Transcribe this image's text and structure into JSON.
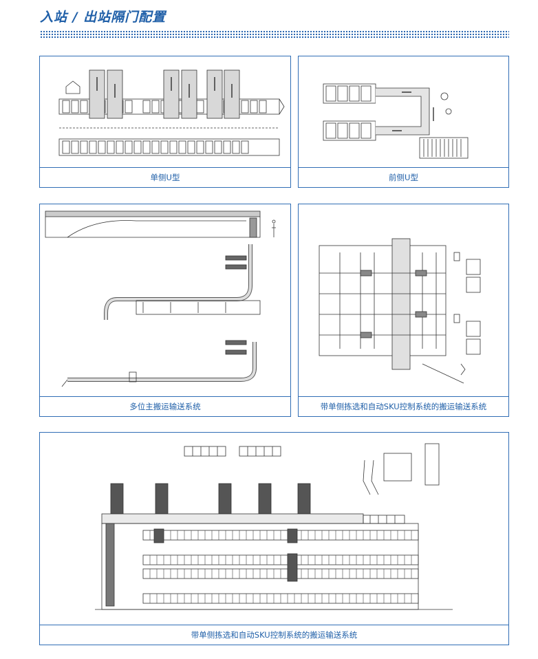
{
  "page": {
    "title": "入站 / 出站隔门配置"
  },
  "panels": {
    "p1": {
      "caption": "单侧U型"
    },
    "p2": {
      "caption": "前侧U型"
    },
    "p3": {
      "caption": "多位主搬运输送系统"
    },
    "p4": {
      "caption": "带单侧拣选和自动SKU控制系统的搬运输送系统"
    },
    "p5": {
      "caption": "带单侧拣选和自动SKU控制系统的搬运输送系统"
    }
  }
}
